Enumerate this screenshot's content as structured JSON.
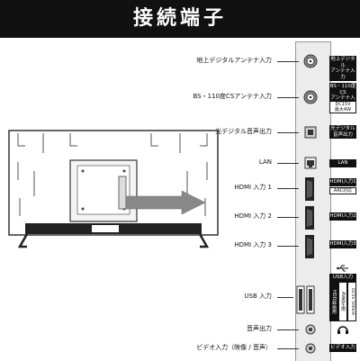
{
  "header": {
    "title": "接続端子"
  },
  "terminals": [
    {
      "label": "地上デジタルアンテナ入力",
      "badge": [
        "地上デジタル",
        "アンテナ入力"
      ],
      "icon": "coax-terminal-icon"
    },
    {
      "label": "BS・110度CSアンテナ入力",
      "badge": [
        "BS・110度CS",
        "アンテナ入力"
      ],
      "power_note": [
        "DC15V",
        "最大4W"
      ],
      "icon": "coax-terminal-icon"
    },
    {
      "label": "光デジタル音声出力",
      "badge": [
        "光デジタル",
        "音声出力"
      ],
      "icon": "optical-port-icon"
    },
    {
      "label": "LAN",
      "badge": [
        "LAN"
      ],
      "icon": "lan-port-icon"
    },
    {
      "label": "HDMI 入力 1",
      "badge": [
        "HDMI入力1"
      ],
      "badge_sub": "ARC対応",
      "icon": "hdmi-port-icon"
    },
    {
      "label": "HDMI 入力 2",
      "badge": [
        "HDMI入力2"
      ],
      "icon": "hdmi-port-icon"
    },
    {
      "label": "HDMI 入力 3",
      "badge": [
        "HDMI入力3"
      ],
      "icon": "hdmi-port-icon"
    },
    {
      "label": "USB 入力",
      "badge": [
        "USB入力"
      ],
      "usb_vertical_1": "HDD録画用",
      "usb_vertical_2": "AV再生用",
      "usb_vertical_3": "DC5V 500mA",
      "icon": "usb-port-icon"
    },
    {
      "label": "音声出力",
      "badge": [],
      "icon": "headphone-jack-icon",
      "badge_icon": "headphone-icon"
    },
    {
      "label": "ビデオ入力（映像 / 音声）",
      "badge": [
        "ビデオ入力"
      ],
      "icon": "av-jack-icon"
    }
  ],
  "colors": {
    "header_bg": "#111111",
    "arrow": "#888888",
    "panel": "#ececec"
  }
}
